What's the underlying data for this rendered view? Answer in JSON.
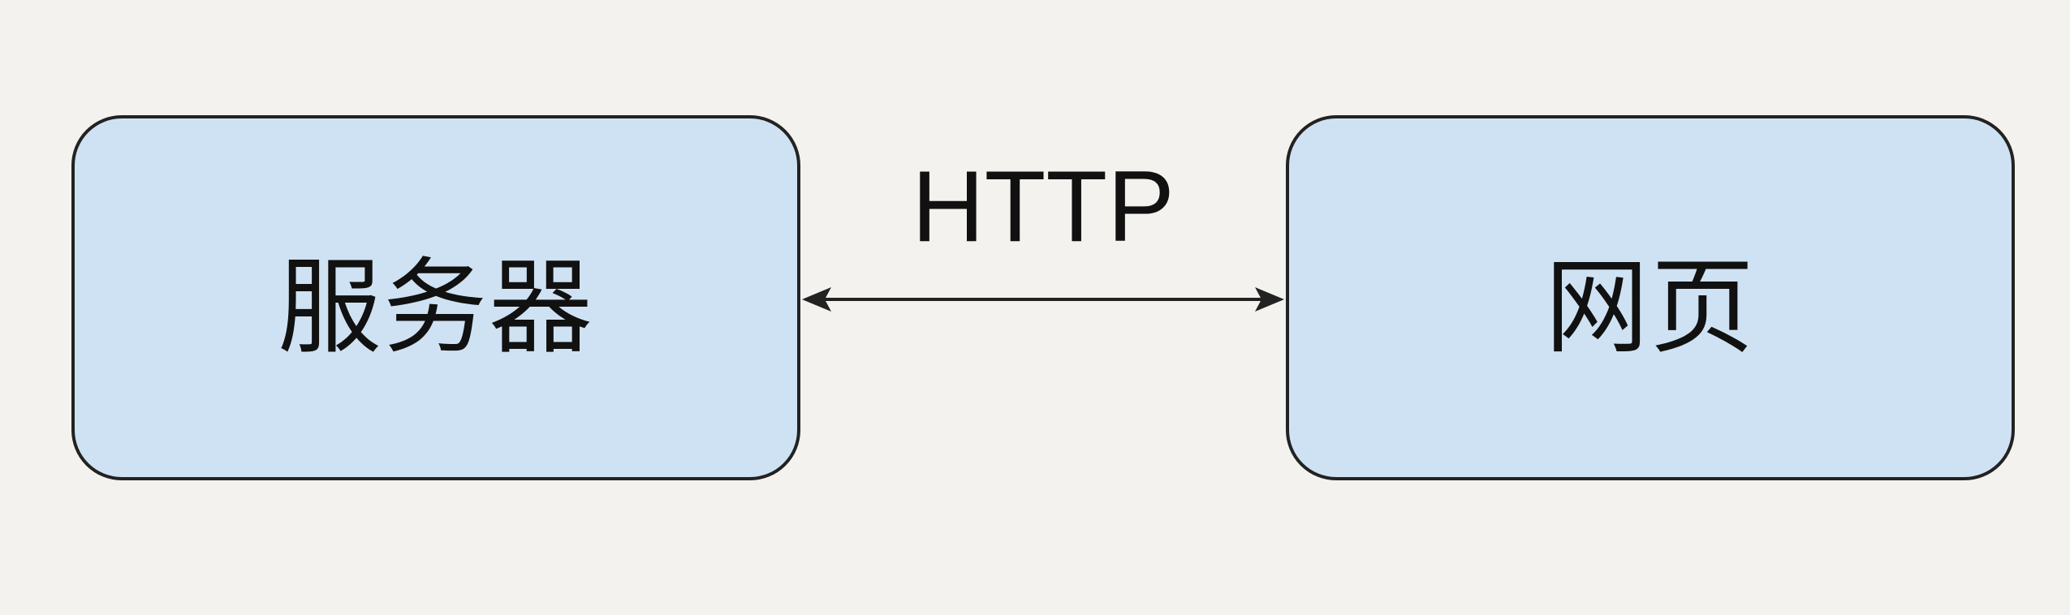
{
  "diagram": {
    "nodes": [
      {
        "id": "server",
        "label": "服务器"
      },
      {
        "id": "webpage",
        "label": "网页"
      }
    ],
    "edge": {
      "from": "server",
      "to": "webpage",
      "label": "HTTP",
      "direction": "bidirectional"
    },
    "colors": {
      "background": "#f4f2ee",
      "node_fill": "#cfe2f3",
      "node_border": "#222222",
      "text": "#111111"
    }
  }
}
